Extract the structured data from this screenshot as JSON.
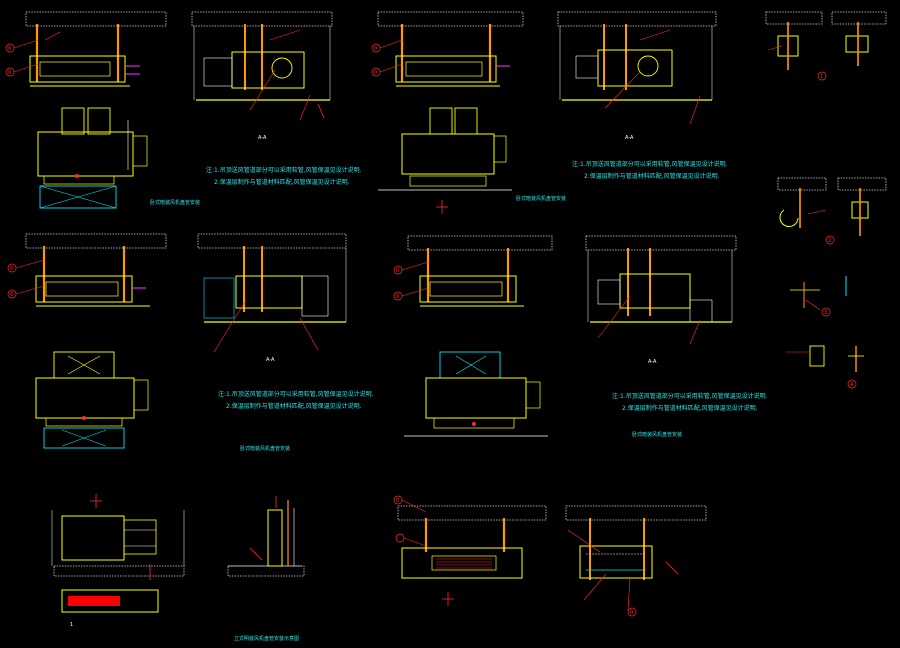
{
  "drawing": {
    "background": "#000000",
    "colors": {
      "slab": "#d9d9d9",
      "equipment": "#ffff00",
      "hanger": "#ff9900",
      "leader": "#ff2a2a",
      "text_cyan": "#2ee6e6",
      "duct": "#00e5ff",
      "pipe_magenta": "#ff33ff",
      "text_white": "#ffffff",
      "fill_red": "#ff0000"
    },
    "views": {
      "v1": {
        "label_a": "0",
        "label_b": "0"
      },
      "v2": {
        "tag": "A-A"
      },
      "v3": {
        "label_a": "0",
        "label_b": "0"
      },
      "v4": {
        "tag": "A-A"
      },
      "v7": {
        "label_a": "0",
        "label_b": "0"
      },
      "v9": {
        "label_a": "0",
        "label_b": "0"
      },
      "v10": {
        "tag": "A-A"
      },
      "v11": {
        "label_a": "0",
        "label_b": "0"
      },
      "v12": {
        "label_a": "1"
      },
      "v14": {
        "label_a": "0"
      },
      "v15": {
        "label_a": "0"
      },
      "det_1": {
        "mark": "1"
      },
      "det_2": {
        "mark": "2"
      },
      "det_3": {
        "mark": "3"
      },
      "det_4": {
        "mark": "4"
      }
    },
    "notes": {
      "n1_line1": "注:1.吊顶送风管道部分可以采用软管,风管保温见设计说明.",
      "n1_line2": "2.保温层制作与管道材料匹配,风管保温见设计说明.",
      "n2_line1": "注:1.吊顶送风管道部分可以采用软管,风管保温见设计说明.",
      "n2_line2": "2.保温层制作与管道材料匹配,风管保温见设计说明.",
      "n3_line1": "注:1.吊顶送风管道部分可以采用软管,风管保温见设计说明.",
      "n3_line2": "2.保温层制作与管道材料匹配,风管保温见设计说明.",
      "n4_line1": "注:1.吊顶送风管道部分可以采用软管,风管保温见设计说明.",
      "n4_line2": "2.保温层制作与管道材料匹配,风管保温见设计说明."
    },
    "captions": {
      "c1": "卧式暗装风机盘管安装",
      "c2": "卧式暗装风机盘管安装",
      "c3": "卧式暗装风机盘管安装",
      "c4": "卧式暗装风机盘管安装",
      "c5": "立式明装风机盘管安装示意图"
    }
  }
}
